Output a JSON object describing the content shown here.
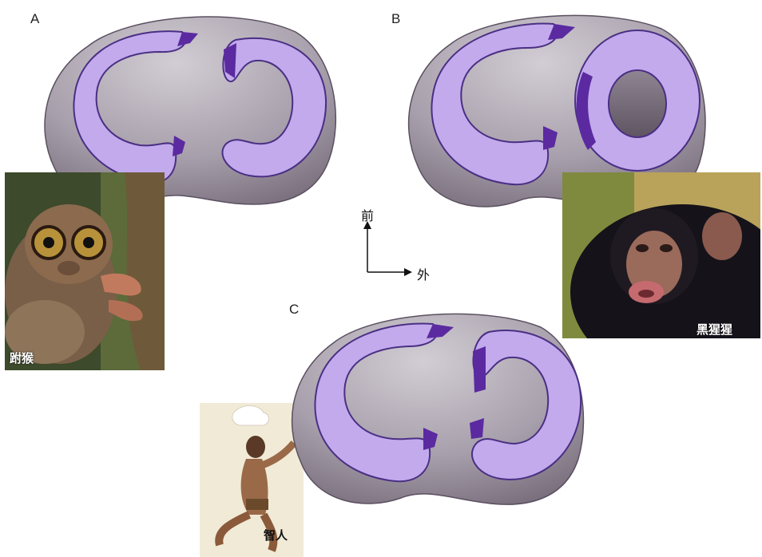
{
  "panels": {
    "a": {
      "letter": "A",
      "species": "跗猴"
    },
    "b": {
      "letter": "B",
      "species": "黑猩猩"
    },
    "c": {
      "letter": "C",
      "species": "智人"
    }
  },
  "orientation": {
    "up_label": "前",
    "right_label": "外"
  },
  "colors": {
    "plateau_light": "#d0cbd2",
    "plateau_dark": "#6f6472",
    "meniscus_fill": "#c2aaed",
    "meniscus_outline": "#4a2f84",
    "insertion": "#5b2aa0"
  }
}
